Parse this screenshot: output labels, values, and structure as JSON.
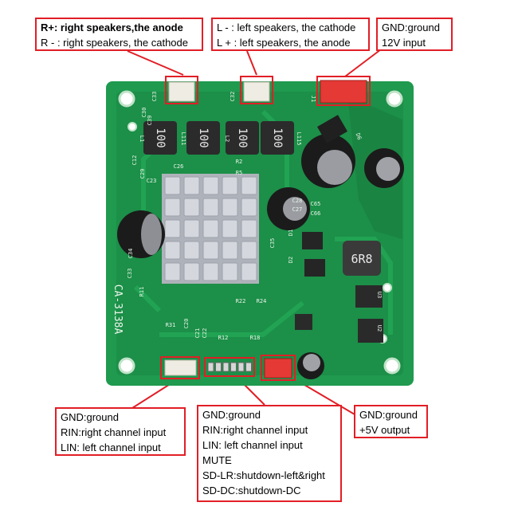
{
  "colors": {
    "callout_border": "#e21e26",
    "pcb_green": "#1f9a4f",
    "pcb_dark": "#167a3c",
    "trace": "#25b05c",
    "heatsink": "#c9ccd3",
    "connector_white": "#efece3",
    "connector_red": "#e53935",
    "capacitor": "#1b1b1b",
    "silkscreen": "#e9f5ea"
  },
  "callouts": {
    "right_speaker": {
      "lines": [
        {
          "text": "R+: right speakers,the anode",
          "bold": true
        },
        {
          "text": "R - : right speakers, the cathode",
          "bold": false
        }
      ]
    },
    "left_speaker": {
      "lines": [
        {
          "text": "L - : left speakers, the cathode",
          "bold": false
        },
        {
          "text": "L + : left speakers, the anode",
          "bold": false
        }
      ]
    },
    "power_in": {
      "lines": [
        {
          "text": "GND:ground",
          "bold": false
        },
        {
          "text": "12V input",
          "bold": false
        }
      ]
    },
    "audio_in": {
      "lines": [
        {
          "text": "GND:ground",
          "bold": false
        },
        {
          "text": "RIN:right channel input",
          "bold": false
        },
        {
          "text": "LIN: left channel input",
          "bold": false
        }
      ]
    },
    "control": {
      "lines": [
        {
          "text": "GND:ground",
          "bold": false
        },
        {
          "text": "RIN:right channel input",
          "bold": false
        },
        {
          "text": "LIN: left channel input",
          "bold": false
        },
        {
          "text": "MUTE",
          "bold": false
        },
        {
          "text": "SD-LR:shutdown-left&right",
          "bold": false
        },
        {
          "text": "SD-DC:shutdown-DC",
          "bold": false
        }
      ]
    },
    "power_out": {
      "lines": [
        {
          "text": "GND:ground",
          "bold": false
        },
        {
          "text": "+5V output",
          "bold": false
        }
      ]
    }
  },
  "board": {
    "model": "CA-3138A",
    "inductor_mark": "100",
    "large_inductor_mark": "6R8",
    "labels": [
      "C33",
      "C32",
      "C30",
      "C39",
      "L1",
      "L111",
      "L2",
      "L115",
      "C26",
      "C12",
      "C23",
      "C29",
      "R2",
      "R5",
      "C65",
      "C66",
      "C28",
      "C27",
      "C35",
      "C34",
      "C33",
      "U3",
      "U2",
      "D6",
      "D1",
      "D2",
      "J1",
      "R11",
      "R31",
      "C20",
      "C21",
      "C22",
      "R22",
      "R24",
      "R12",
      "R18"
    ]
  }
}
